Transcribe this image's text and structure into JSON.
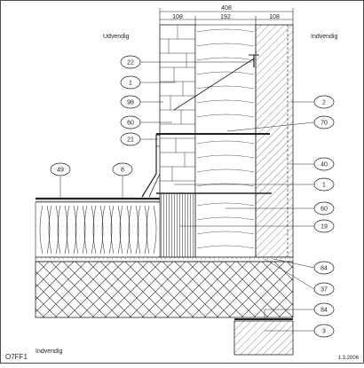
{
  "drawing_id": "O7FF1",
  "date": "1.3.2006",
  "labels": {
    "outside_top": "Udvendig",
    "inside_top": "Indvendig",
    "inside_bottom": "Indvendig"
  },
  "dimensions": {
    "total": "408",
    "outer_leaf": "108",
    "insulation": "192",
    "inner_leaf": "108"
  },
  "callouts_left": [
    "22",
    "1",
    "98",
    "60",
    "21"
  ],
  "callouts_right": [
    "2",
    "70",
    "40",
    "1",
    "60",
    "19",
    "84",
    "37",
    "84",
    "3"
  ],
  "callouts_roof": [
    "49",
    "8"
  ],
  "colors": {
    "line": "#222222",
    "hatch": "#555555",
    "paper": "#ffffff"
  }
}
